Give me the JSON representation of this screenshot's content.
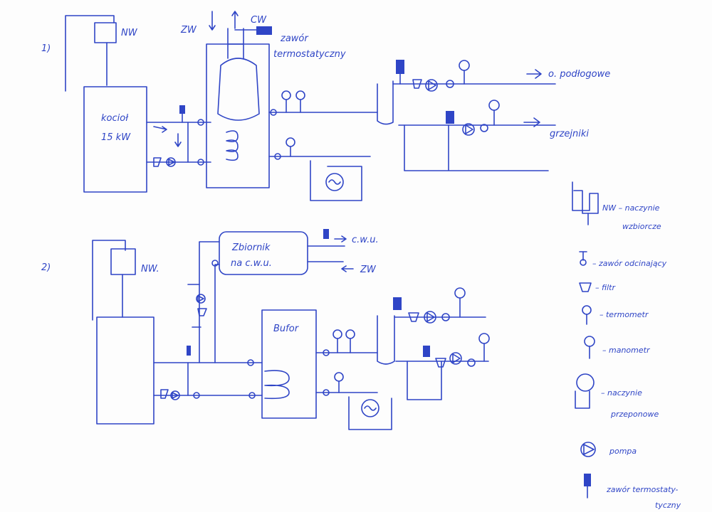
{
  "diagram1": {
    "number": "1)",
    "vessel_label": "NW",
    "boiler_line1": "kocioł",
    "boiler_line2": "15 kW",
    "cold_water": "ZW",
    "hot_water": "CW",
    "thermostatic_valve_line1": "zawór",
    "thermostatic_valve_line2": "termostatyczny",
    "floor_heating": "o. podłogowe",
    "radiators": "grzejniki"
  },
  "diagram2": {
    "number": "2)",
    "vessel_label": "NW.",
    "tank_line1": "Zbiornik",
    "tank_line2": "na c.w.u.",
    "dhw": "c.w.u.",
    "cold_water": "ZW",
    "buffer": "Bufor"
  },
  "legend": {
    "expansion_open_line1": "NW – naczynie",
    "expansion_open_line2": "wzbiorcze",
    "shutoff_valve": "– zawór odcinający",
    "filter": "– filtr",
    "thermometer": "– termometr",
    "manometer": "– manometr",
    "expansion_closed_line1": "– naczynie",
    "expansion_closed_line2": "przeponowe",
    "pump": "pompa",
    "thermo_valve_line1": "zawór termostaty-",
    "thermo_valve_line2": "tyczny"
  },
  "colors": {
    "ink": "#2f45c6",
    "paper": "#fdfdfd"
  }
}
